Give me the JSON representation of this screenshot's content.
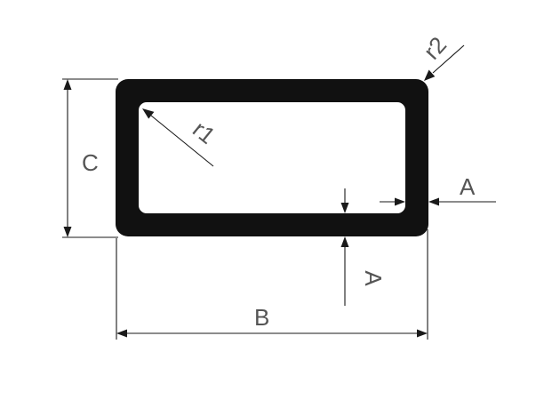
{
  "labels": {
    "wall_thickness_side": "A",
    "wall_thickness_bottom": "A",
    "height": "C",
    "width": "B",
    "inner_radius": "r1",
    "outer_radius": "r2"
  },
  "colors": {
    "profile": "#111111",
    "dimension_line": "#1a1a1a",
    "label_text": "#555555",
    "background": "#ffffff"
  }
}
